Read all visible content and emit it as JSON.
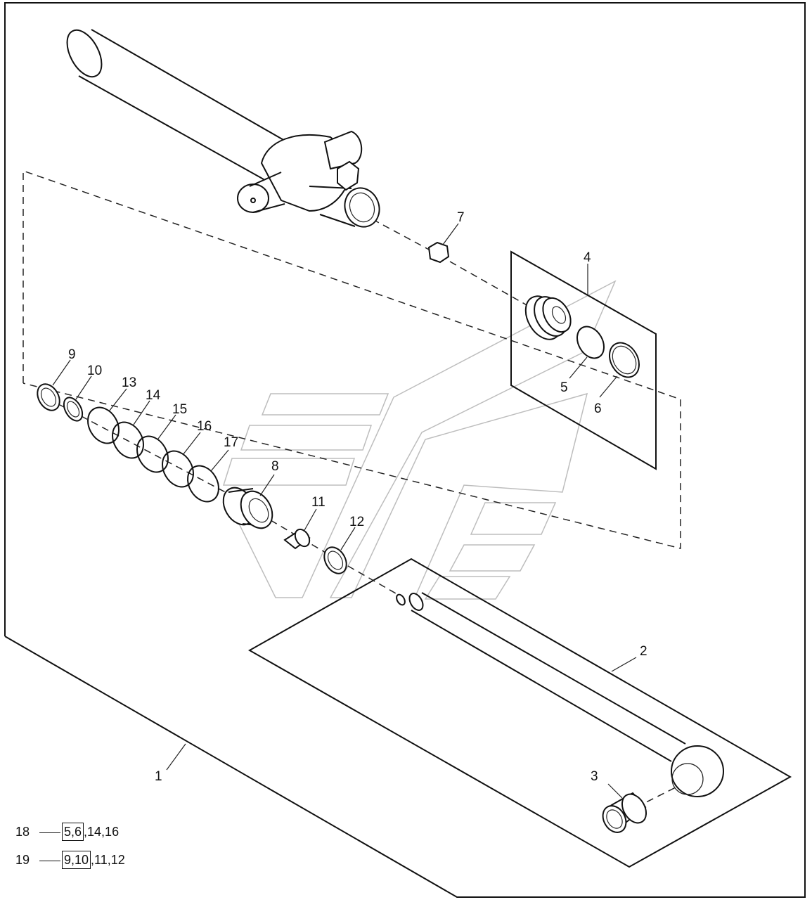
{
  "callouts": [
    {
      "id": "c1",
      "text": "1"
    },
    {
      "id": "c2",
      "text": "2"
    },
    {
      "id": "c3",
      "text": "3"
    },
    {
      "id": "c4",
      "text": "4"
    },
    {
      "id": "c5",
      "text": "5"
    },
    {
      "id": "c6",
      "text": "6"
    },
    {
      "id": "c7",
      "text": "7"
    },
    {
      "id": "c8",
      "text": "8"
    },
    {
      "id": "c9",
      "text": "9"
    },
    {
      "id": "c10",
      "text": "10"
    },
    {
      "id": "c11",
      "text": "11"
    },
    {
      "id": "c12",
      "text": "12"
    },
    {
      "id": "c13",
      "text": "13"
    },
    {
      "id": "c14",
      "text": "14"
    },
    {
      "id": "c15",
      "text": "15"
    },
    {
      "id": "c16",
      "text": "16"
    },
    {
      "id": "c17",
      "text": "17"
    }
  ],
  "kits": [
    {
      "number": "18",
      "boxed": "5,6",
      "rest": ",14,16"
    },
    {
      "number": "19",
      "boxed": "9,10",
      "rest": ",11,12"
    }
  ]
}
